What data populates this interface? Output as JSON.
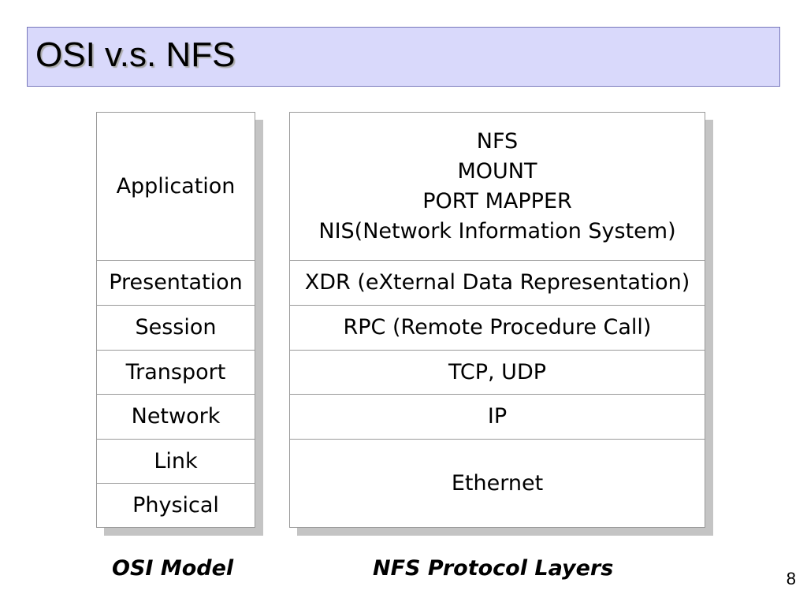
{
  "title": "OSI v.s. NFS",
  "osi": {
    "caption": "OSI Model",
    "layers": [
      "Application",
      "Presentation",
      "Session",
      "Transport",
      "Network",
      "Link",
      "Physical"
    ]
  },
  "nfs": {
    "caption": "NFS Protocol Layers",
    "application_lines": [
      "NFS",
      "MOUNT",
      "PORT MAPPER",
      "NIS(Network Information System)"
    ],
    "presentation": "XDR (eXternal Data Representation)",
    "session": "RPC (Remote Procedure Call)",
    "transport": "TCP, UDP",
    "network": "IP",
    "link_physical": "Ethernet"
  },
  "page_number": "8"
}
